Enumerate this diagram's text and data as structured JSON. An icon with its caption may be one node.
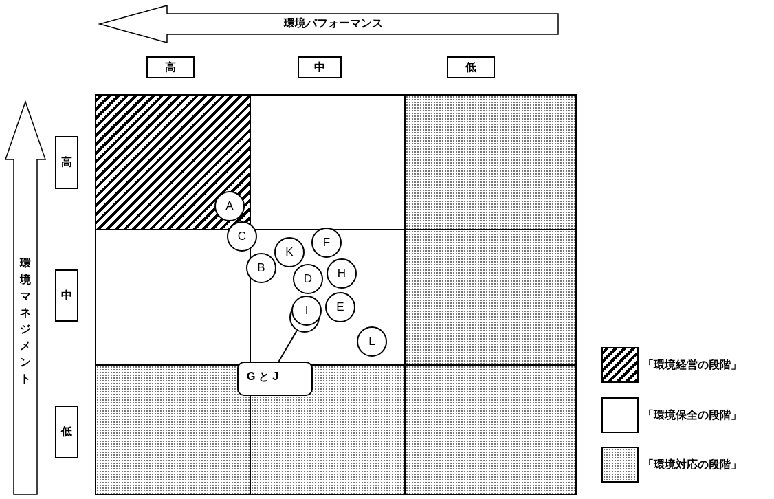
{
  "diagram": {
    "nodes": [
      {
        "text": [
          "環境パフォーマンス"
        ]
      },
      {
        "text": [
          "高"
        ]
      },
      {
        "text": [
          "中"
        ]
      },
      {
        "text": [
          "低"
        ]
      },
      {
        "text": [
          "環境マネジメント"
        ]
      },
      {
        "text": [
          "高"
        ]
      },
      {
        "text": [
          "中"
        ]
      },
      {
        "text": [
          "低"
        ]
      },
      {
        "text": [],
        "shape": "box"
      },
      {
        "text": [],
        "shape": "box"
      },
      {
        "text": [],
        "shape": "box"
      },
      {
        "text": [],
        "shape": "box"
      },
      {
        "text": [],
        "shape": "box"
      },
      {
        "text": [],
        "shape": "box"
      },
      {
        "text": [],
        "shape": "box"
      },
      {
        "text": [],
        "shape": "box"
      },
      {
        "text": [],
        "shape": "box"
      },
      {
        "text": [
          "A"
        ],
        "in": 8
      },
      {
        "text": [
          "C"
        ]
      },
      {
        "text": [
          "B"
        ]
      },
      {
        "text": [
          "K"
        ],
        "in": 12
      },
      {
        "text": [
          "F"
        ],
        "in": 12
      },
      {
        "text": [
          "D"
        ],
        "in": 12
      },
      {
        "text": [
          "H"
        ],
        "in": 12
      },
      {
        "text": [
          "E"
        ],
        "in": 12
      },
      {
        "text": [],
        "shape": "circle",
        "in": 12
      },
      {
        "text": [
          "I"
        ],
        "in": 12
      },
      {
        "text": [
          "L"
        ],
        "in": 12
      },
      {
        "text": [
          "G と J"
        ]
      }
    ],
    "edges": [
      {
        "from": 28,
        "to": 25,
        "arrow": "none"
      }
    ],
    "legend": [
      {
        "text": "「環境経営の段階」"
      },
      {
        "text": "「環境保全の段階」",
        "color": "#ffffff"
      },
      {
        "text": "「環境対応の段階」"
      }
    ]
  }
}
